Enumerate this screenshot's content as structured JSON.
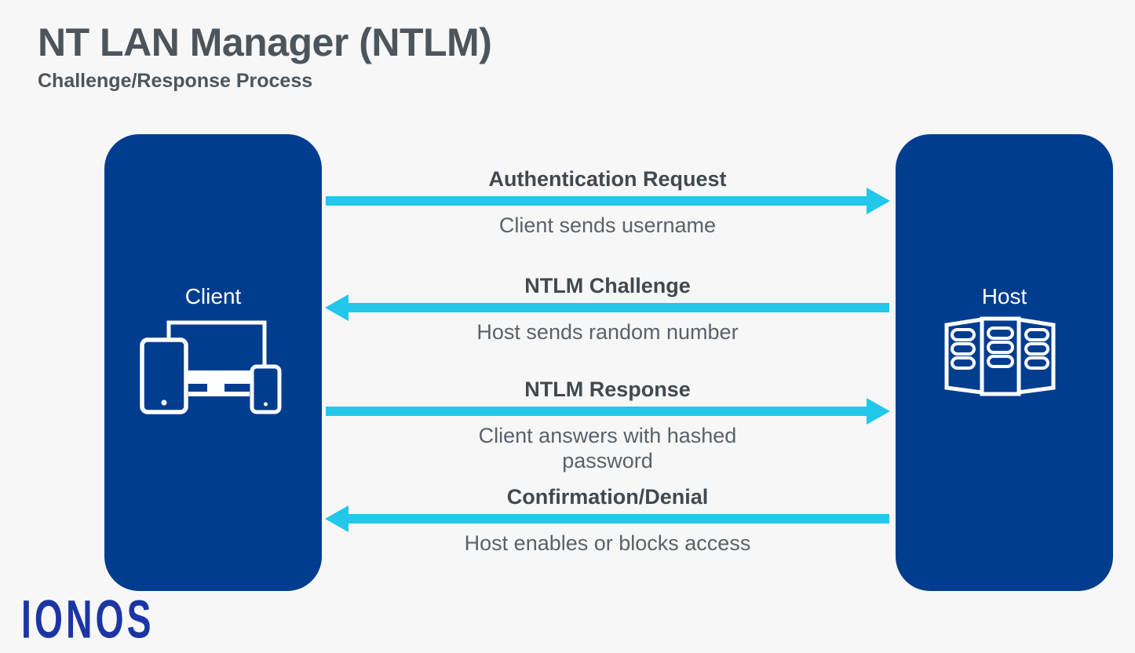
{
  "header": {
    "title": "NT LAN Manager (NTLM)",
    "subtitle": "Challenge/Response Process"
  },
  "nodes": {
    "client": {
      "label": "Client",
      "icon": "client-devices-icon"
    },
    "host": {
      "label": "Host",
      "icon": "host-servers-icon"
    }
  },
  "messages": [
    {
      "title": "Authentication Request",
      "description": "Client sends username",
      "direction": "right"
    },
    {
      "title": "NTLM Challenge",
      "description": "Host sends random number",
      "direction": "left"
    },
    {
      "title": "NTLM Response",
      "description": "Client answers with hashed password",
      "direction": "right"
    },
    {
      "title": "Confirmation/Denial",
      "description": "Host enables or blocks access",
      "direction": "left"
    }
  ],
  "branding": {
    "logo_text": "IONOS"
  },
  "colors": {
    "node_blue": "#013d8f",
    "arrow_cyan": "#22c7e9",
    "background": "#f7f7f8",
    "heading_gray": "#4c555b",
    "body_gray": "#5a6167",
    "logo_blue": "#1b35a4"
  }
}
